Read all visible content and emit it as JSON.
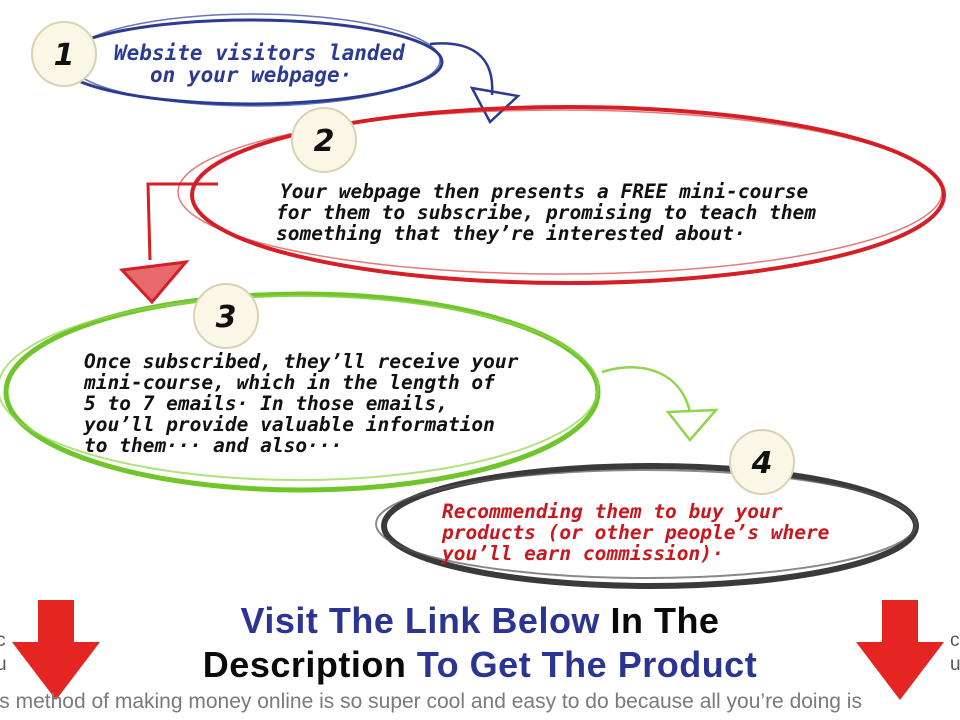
{
  "steps": [
    {
      "number": "1",
      "lines": [
        "Website visitors landed",
        "on your webpage·"
      ],
      "color": "#2b3b93"
    },
    {
      "number": "2",
      "lines": [
        "Your webpage then presents a FREE mini-course",
        "for them to subscribe, promising to teach them",
        "something that they’re interested about·"
      ],
      "color": "#d31f25"
    },
    {
      "number": "3",
      "lines": [
        "Once subscribed, they’ll receive your",
        "mini-course, which in the length of",
        "5 to 7 emails· In those emails,",
        "you’ll provide valuable information",
        "to them··· and also···"
      ],
      "color": "#6fc52a"
    },
    {
      "number": "4",
      "lines": [
        "Recommending them to buy your",
        "products (or other people’s where",
        "you’ll earn commission)·"
      ],
      "color": "#3a3a3a"
    }
  ],
  "banner": {
    "line1_blue": "Visit The Link Below",
    "line1_black": "In The",
    "line2_black": "Description",
    "line2_blue": "To Get The Product"
  },
  "edge_text": {
    "left_top": "c",
    "left_bottom": "u",
    "right_top": "c",
    "right_bottom": "u"
  },
  "bottom_text": "’s method of making money online is so super cool and easy to do because all you’re doing is",
  "colors": {
    "step1": "#2b3b93",
    "step2": "#d31f25",
    "step3": "#6fc52a",
    "step4": "#3a3a3a",
    "step4_text": "#c8181e",
    "banner_blue": "#2a3592",
    "arrow_red": "#e52521"
  }
}
